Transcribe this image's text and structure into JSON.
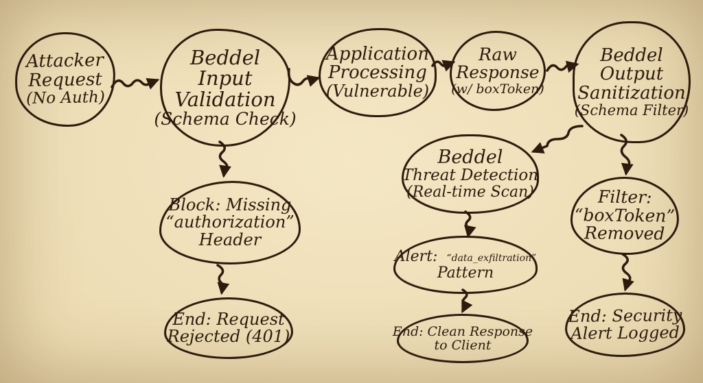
{
  "title": "Beddel request security flow (hand-drawn diagram)",
  "colors": {
    "ink": "#2e1b0e",
    "parchment": "#eddcb4",
    "parchment_edge": "#d3b988"
  },
  "nodes": {
    "attacker_request": {
      "line1": "Attacker",
      "line2": "Request",
      "caption": "(No Auth)"
    },
    "input_validation": {
      "line1": "Beddel",
      "line2": "Input",
      "line3": "Validation",
      "caption": "(Schema Check)"
    },
    "application_processing": {
      "line1": "Application",
      "line2": "Processing",
      "caption": "(Vulnerable)"
    },
    "raw_response": {
      "line1": "Raw",
      "line2": "Response",
      "caption": "(w/ boxToken)"
    },
    "output_sanitization": {
      "line1": "Beddel",
      "line2": "Output",
      "line3": "Sanitization",
      "caption": "(Schema Filter)"
    },
    "threat_detection": {
      "line1": "Beddel",
      "line2": "Threat Detection",
      "caption": "(Real-time Scan)"
    },
    "block_missing_auth": {
      "line1": "Block: Missing",
      "line2": "“authorization”",
      "line3": "Header"
    },
    "end_request_rejected": {
      "line1": "End: Request",
      "line2": "Rejected (401)"
    },
    "alert_pattern": {
      "label": "Alert:",
      "quoted": "“data_exfiltration”",
      "line2": "Pattern"
    },
    "end_clean_response": {
      "line1": "End: Clean Response",
      "line2": "to Client"
    },
    "filter_boxtoken": {
      "line1": "Filter:",
      "line2": "“boxToken”",
      "line3": "Removed"
    },
    "end_security_alert": {
      "line1": "End: Security",
      "line2": "Alert Logged"
    }
  }
}
